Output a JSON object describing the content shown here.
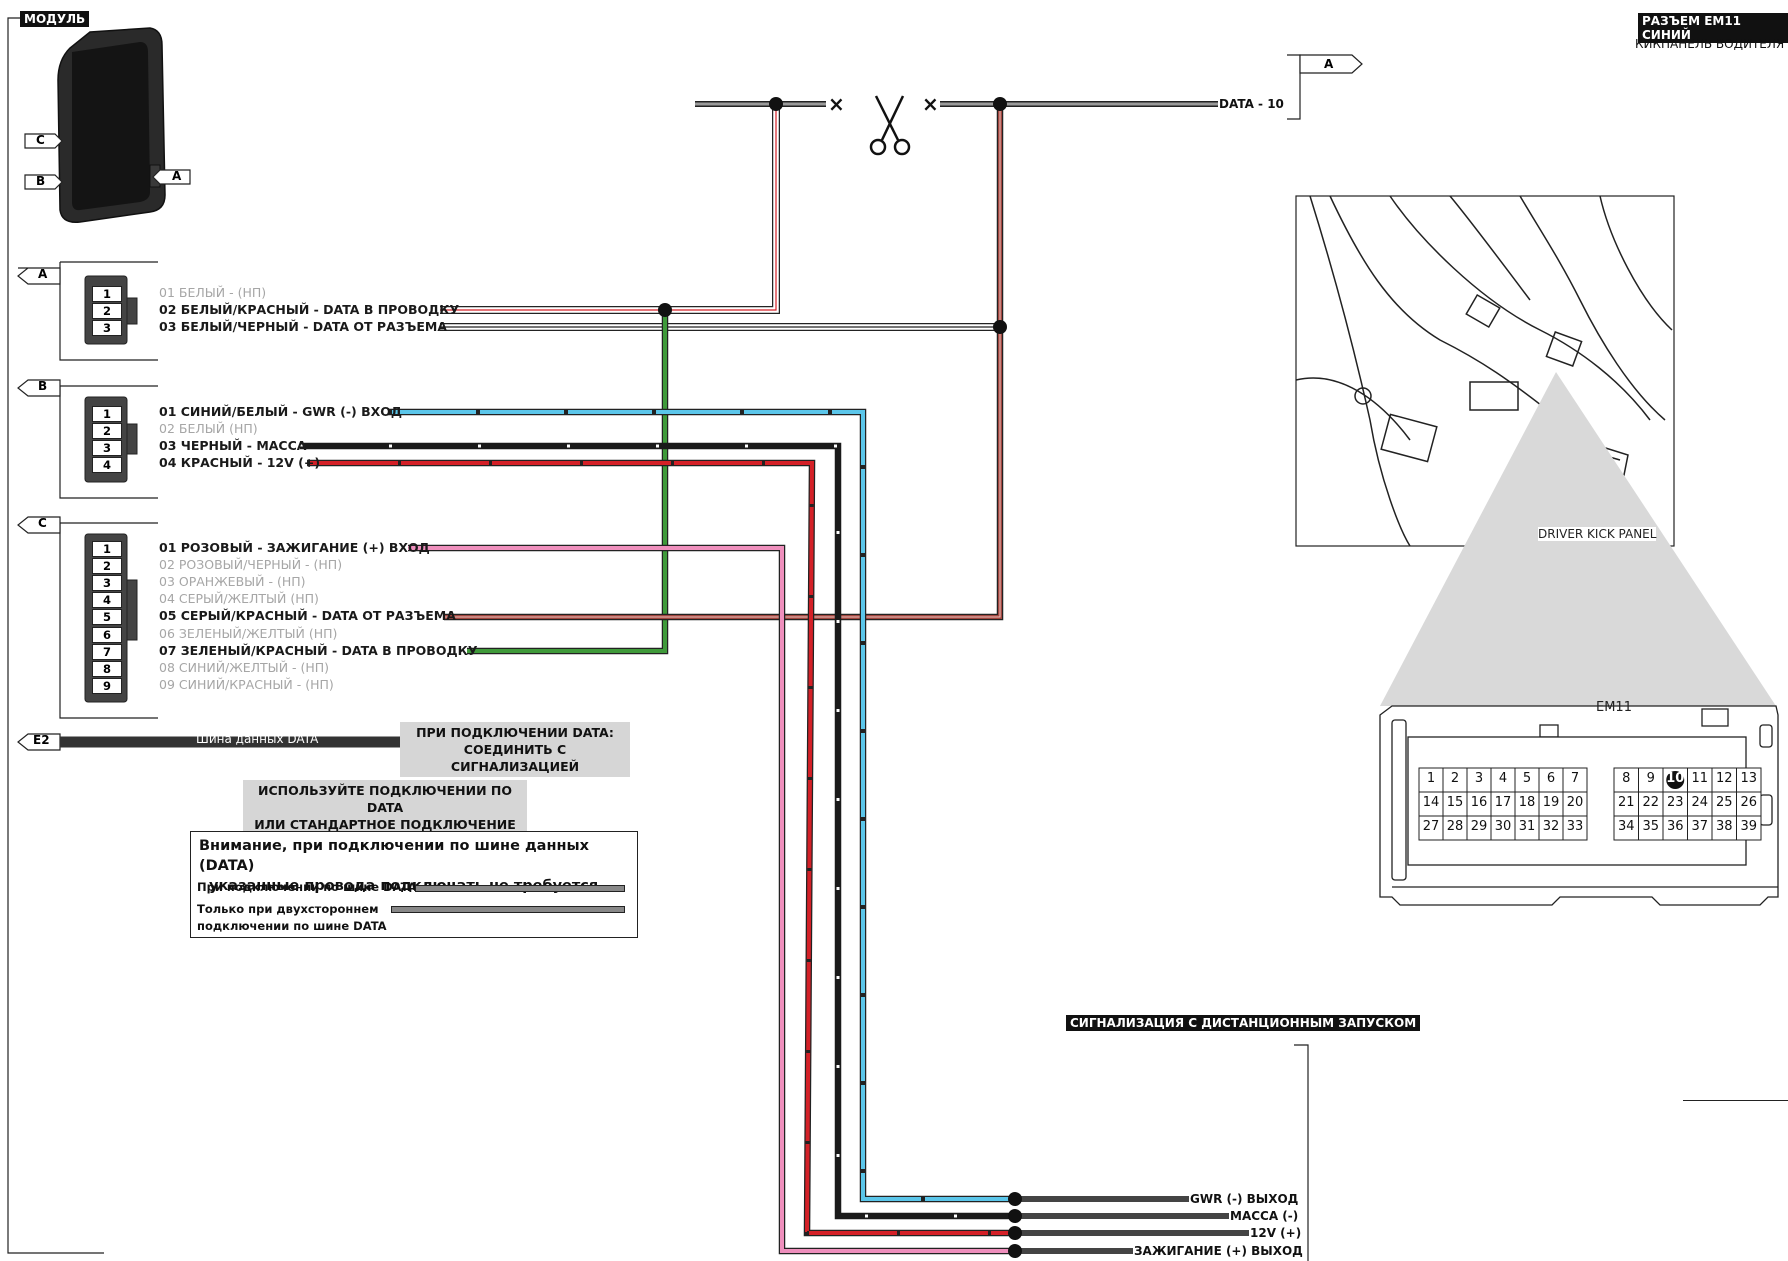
{
  "module": {
    "title": "МОДУЛЬ",
    "side_labels": [
      "C",
      "B",
      "A"
    ]
  },
  "connector_a": {
    "label": "A",
    "pin_numbers": [
      "1",
      "2",
      "3"
    ],
    "pins": [
      {
        "text": "01 БЕЛЫЙ - (НП)",
        "used": false
      },
      {
        "text": "02 БЕЛЫЙ/КРАСНЫЙ - DATA В ПРОВОДКУ",
        "used": true
      },
      {
        "text": "03 БЕЛЫЙ/ЧЕРНЫЙ - DATA  ОТ РАЗЪЕМА",
        "used": true
      }
    ]
  },
  "connector_b": {
    "label": "B",
    "pin_numbers": [
      "1",
      "2",
      "3",
      "4"
    ],
    "pins": [
      {
        "text": "01 СИНИЙ/БЕЛЫЙ - GWR (-) ВХОД",
        "used": true
      },
      {
        "text": "02 БЕЛЫЙ (НП)",
        "used": false
      },
      {
        "text": "03 ЧЕРНЫЙ - МАССА",
        "used": true
      },
      {
        "text": "04 КРАСНЫЙ - 12V (+)",
        "used": true
      }
    ]
  },
  "connector_c": {
    "label": "C",
    "pin_numbers": [
      "1",
      "2",
      "3",
      "4",
      "5",
      "6",
      "7",
      "8",
      "9"
    ],
    "pins": [
      {
        "text": "01 РОЗОВЫЙ - ЗАЖИГАНИЕ (+) ВХОД",
        "used": true
      },
      {
        "text": "02 РОЗОВЫЙ/ЧЕРНЫЙ - (НП)",
        "used": false
      },
      {
        "text": "03 ОРАНЖЕВЫЙ - (НП)",
        "used": false
      },
      {
        "text": "04 СЕРЫЙ/ЖЕЛТЫЙ (НП)",
        "used": false
      },
      {
        "text": "05 СЕРЫЙ/КРАСНЫЙ - DATA  ОТ РАЗЪЕМА",
        "used": true
      },
      {
        "text": "06 ЗЕЛЕНЫЙ/ЖЕЛТЫЙ (НП)",
        "used": false
      },
      {
        "text": "07 ЗЕЛЕНЫЙ/КРАСНЫЙ - DATA  В ПРОВОДКУ",
        "used": true
      },
      {
        "text": "08 СИНИЙ/ЖЕЛТЫЙ - (НП)",
        "used": false
      },
      {
        "text": "09 СИНИЙ/КРАСНЫЙ - (НП)",
        "used": false
      }
    ]
  },
  "e2": {
    "label": "E2",
    "bus_label": "Шина данных DATA",
    "note": [
      "ПРИ ПОДКЛЮЧЕНИИ DATA:",
      "СОЕДИНИТЬ С СИГНАЛИЗАЦИЕЙ"
    ]
  },
  "mode_note": [
    "ИСПОЛЬЗУЙТЕ  ПОДКЛЮЧЕНИИ ПО DATA",
    "ИЛИ  СТАНДАРТНОЕ ПОДКЛЮЧЕНИЕ"
  ],
  "warning": {
    "title": [
      "Внимание, при подключении по шине данных (DATA)",
      "указанные провода подключать не требуется"
    ],
    "line1": "При подключении по шине DATA",
    "line2": [
      "Только при двухстороннем",
      "подключении по шине DATA"
    ]
  },
  "vehicle": {
    "connector_title": "РАЗЪЕМ EM11 СИНИЙ",
    "location": "КИКПАНЕЛЬ ВОДИТЕЛЯ",
    "a_label": "A",
    "data_label": "DATA  - 10",
    "photo_caption": "DRIVER KICK PANEL",
    "connector_name": "EM11",
    "highlight_pin": "10",
    "pins_left": [
      [
        "1",
        "2",
        "3",
        "4",
        "5",
        "6",
        "7"
      ],
      [
        "14",
        "15",
        "16",
        "17",
        "18",
        "19",
        "20"
      ],
      [
        "27",
        "28",
        "29",
        "30",
        "31",
        "32",
        "33"
      ]
    ],
    "pins_right": [
      [
        "8",
        "9",
        "10",
        "11",
        "12",
        "13"
      ],
      [
        "21",
        "22",
        "23",
        "24",
        "25",
        "26"
      ],
      [
        "34",
        "35",
        "36",
        "37",
        "38",
        "39"
      ]
    ]
  },
  "alarm": {
    "title": "СИГНАЛИЗАЦИЯ С ДИСТАНЦИОННЫМ ЗАПУСКОМ",
    "outputs": [
      "GWR (-) ВЫХОД",
      "МАССА (-)",
      "12V (+)",
      "ЗАЖИГАНИЕ (+) ВЫХОД"
    ]
  },
  "colors": {
    "white": "#ffffff",
    "red": "#d42027",
    "black": "#1a1a1a",
    "blue": "#5bc6ea",
    "pink": "#ef8fbd",
    "green": "#3f9a3a",
    "gray": "#8a8a8a",
    "darkred": "#a0463f"
  }
}
